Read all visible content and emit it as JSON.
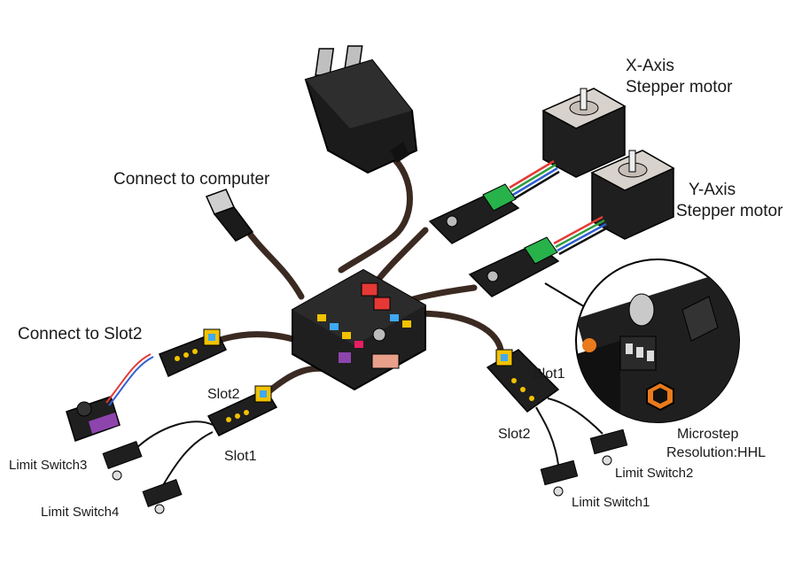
{
  "labels": {
    "x_axis_title": "X-Axis",
    "x_axis_sub": "Stepper motor",
    "y_axis_title": "Y-Axis",
    "y_axis_sub": "Stepper motor",
    "connect_computer": "Connect to  computer",
    "connect_slot2": "Connect to  Slot2",
    "slot2_left": "Slot2",
    "slot1_left": "Slot1",
    "slot1_right": "Slot1",
    "slot2_right": "Slot2",
    "limit_switch3": "Limit Switch3",
    "limit_switch4": "Limit Switch4",
    "limit_switch2": "Limit Switch2",
    "limit_switch1": "Limit Switch1",
    "microstep": "Microstep",
    "resolution": "Resolution:HHL"
  },
  "colors": {
    "board": "#1f1f1f",
    "cable": "#3b2a22",
    "green_terminal": "#27b24a",
    "motor_body": "#d8d2cc",
    "yellow_pad": "#f2c200",
    "connector_red": "#e53935",
    "wire_red": "#e53935",
    "wire_green": "#2e9e3f",
    "wire_blue": "#2f5fd0",
    "servo_purple": "#8e44ad"
  }
}
